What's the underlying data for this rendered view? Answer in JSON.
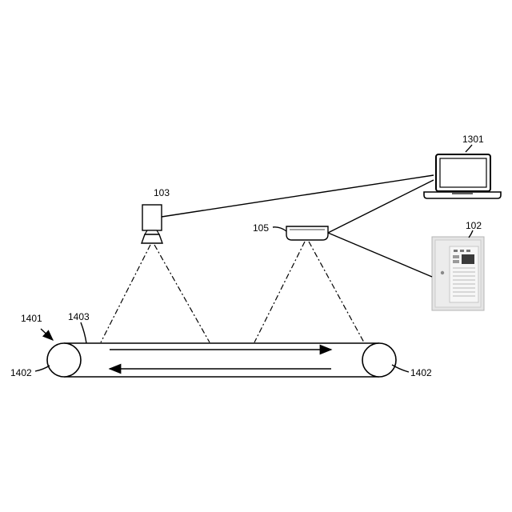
{
  "labels": {
    "laptop": "1301",
    "control_panel": "102",
    "camera": "103",
    "sensor": "105",
    "conveyor": "1401",
    "belt": "1403",
    "roller_left": "1402",
    "roller_right": "1402"
  },
  "colors": {
    "line": "#000000",
    "background": "#ffffff",
    "panel_body": "#e4e4e4",
    "panel_display": "#3a3a3a"
  },
  "icons": {
    "laptop": "laptop-icon",
    "control_panel": "control-panel-icon",
    "camera": "camera-icon",
    "sensor": "sensor-icon"
  }
}
